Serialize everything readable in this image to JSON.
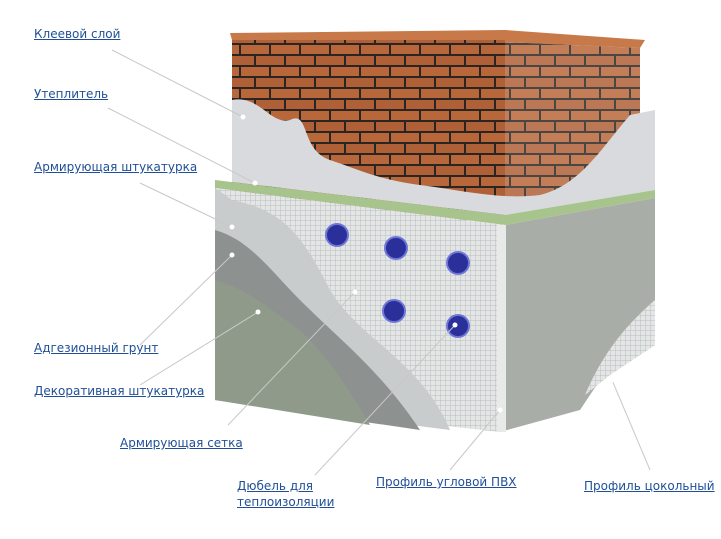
{
  "colors": {
    "link": "#1f4f96",
    "brick": "#b8673a",
    "mortar": "#2a2522",
    "insulation": "#d9dadd",
    "plaster": "#a9ada8",
    "dowel": "#2a2f9a"
  },
  "labels": {
    "glue": "Клеевой слой",
    "insulation": "Утеплитель",
    "reinforcing_plaster": "Армирующая штукатурка",
    "primer": "Адгезионный грунт",
    "decorative_plaster": "Декоративная штукатурка",
    "mesh": "Армирующая сетка",
    "dowel_line1": "Дюбель для",
    "dowel_line2": "теплоизоляции",
    "corner_profile": "Профиль угловой ПВХ",
    "base_profile": "Профиль цокольный"
  }
}
